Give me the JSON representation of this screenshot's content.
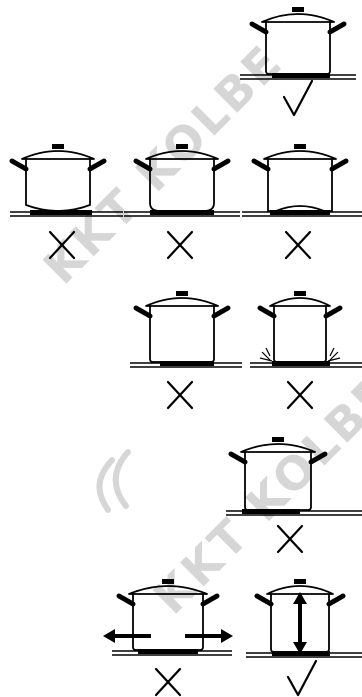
{
  "watermark": {
    "text_main": "KKT KOLBE",
    "text_secondary": "KKT KOLBE",
    "color": "#d2d2d2"
  },
  "diagram": {
    "title": "",
    "ink_color": "#000000",
    "marks": {
      "correct": "✓",
      "incorrect": "✗"
    },
    "rows": [
      {
        "items": [
          {
            "pot": "correct-flat-base",
            "mark": "correct"
          }
        ]
      },
      {
        "items": [
          {
            "pot": "convex-base",
            "mark": "incorrect"
          },
          {
            "pot": "rounded-base",
            "mark": "incorrect"
          },
          {
            "pot": "concave-base",
            "mark": "incorrect"
          }
        ]
      },
      {
        "items": [
          {
            "pot": "off-center-pot",
            "mark": "incorrect"
          },
          {
            "pot": "small-pot-with-heat-escape",
            "mark": "incorrect"
          }
        ]
      },
      {
        "items": [
          {
            "pot": "pot-overhanging-zone",
            "mark": "incorrect"
          }
        ]
      },
      {
        "items": [
          {
            "pot": "pot-base-too-wide",
            "mark": "incorrect"
          },
          {
            "pot": "tall-pot-correct-height",
            "mark": "correct"
          }
        ]
      }
    ]
  }
}
